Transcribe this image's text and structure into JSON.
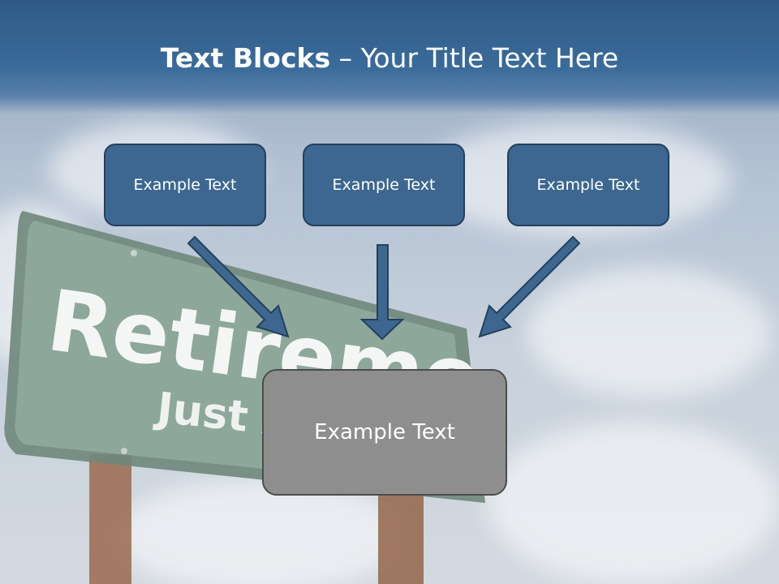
{
  "slide": {
    "title_bold": "Text Blocks",
    "title_rest": " – Your Title Text Here",
    "boxes": [
      {
        "label": "Example Text"
      },
      {
        "label": "Example Text"
      },
      {
        "label": "Example Text"
      }
    ],
    "main_box": {
      "label": "Example Text"
    },
    "background_sign": {
      "line1": "Retireme",
      "line2": "Just A"
    }
  },
  "colors": {
    "header": "#3a6b9a",
    "box_fill": "#3d6790",
    "box_border": "#24405c",
    "main_box_fill": "#8e8e8e",
    "sign_green": "#7f9a8e"
  }
}
